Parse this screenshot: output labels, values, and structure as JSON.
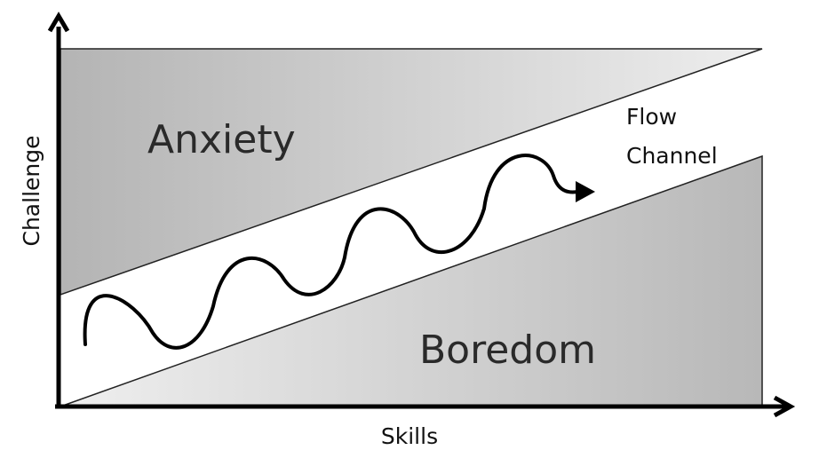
{
  "diagram": {
    "regions": {
      "anxiety": "Anxiety",
      "boredom": "Boredom"
    },
    "flow_channel": {
      "line1": "Flow",
      "line2": "Channel"
    },
    "axes": {
      "x_label": "Skills",
      "y_label": "Challenge"
    },
    "colors": {
      "region_fill_dark": "#b4b4b4",
      "region_fill_light": "#ececec",
      "line": "#111111"
    }
  }
}
